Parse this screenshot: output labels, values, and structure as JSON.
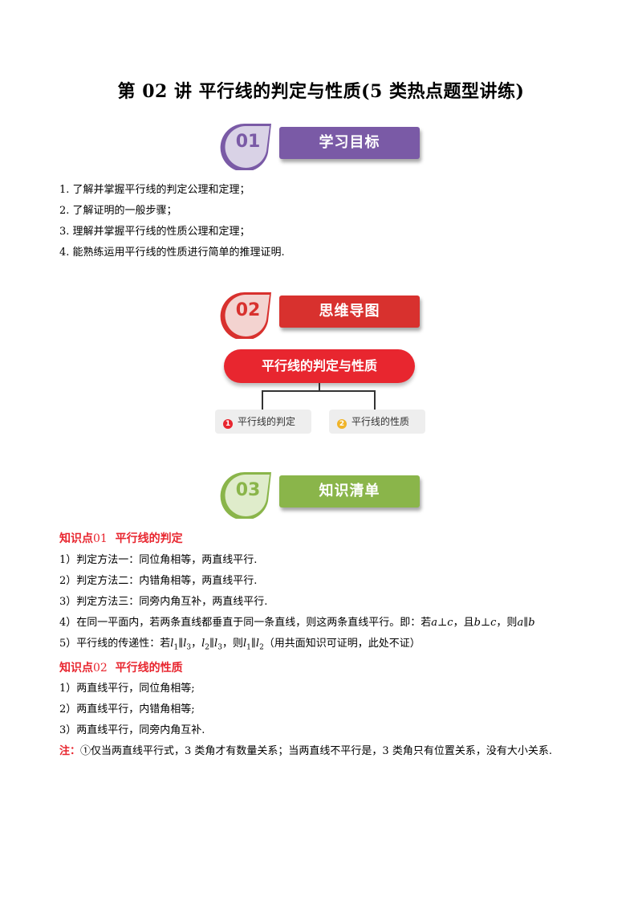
{
  "title": "第 02 讲  平行线的判定与性质(5 类热点题型讲练)",
  "sections": [
    {
      "num": "01",
      "label": "学习目标",
      "color": "#7a5aa6"
    },
    {
      "num": "02",
      "label": "思维导图",
      "color": "#d8312e"
    },
    {
      "num": "03",
      "label": "知识清单",
      "color": "#8ab54a"
    }
  ],
  "goals": [
    "1. 了解并掌握平行线的判定公理和定理；",
    "2. 了解证明的一般步骤；",
    "3. 理解并掌握平行线的性质公理和定理；",
    "4. 能熟练运用平行线的性质进行简单的推理证明."
  ],
  "mindmap": {
    "root": "平行线的判定与性质",
    "children": [
      {
        "marker": "1",
        "label": "平行线的判定",
        "color": "#e8262f"
      },
      {
        "marker": "2",
        "label": "平行线的性质",
        "color": "#f0b429"
      }
    ]
  },
  "kp1": {
    "prefix": "知识点",
    "num": "01",
    "name": "平行线的判定",
    "lines": [
      "1）判定方法一：同位角相等，两直线平行.",
      "2）判定方法二：内错角相等，两直线平行.",
      "3）判定方法三：同旁内角互补，两直线平行."
    ],
    "line4": {
      "text": "4）在同一平面内，若两条直线都垂直于同一条直线，则这两条直线平行。即：若",
      "a": "a",
      "perp1": "⊥",
      "c1": "c",
      "mid": "，且",
      "b": "b",
      "perp2": "⊥",
      "c2": "c",
      "then": "，则",
      "a2": "a",
      "par": "∥",
      "b2": "b"
    },
    "line5": {
      "text": "5）平行线的传递性：若",
      "l1": "l",
      "s1": "1",
      "par1": "∥",
      "l3": "l",
      "s3": "3",
      "comma": "，",
      "l2": "l",
      "s2": "2",
      "par2": "∥",
      "l3b": "l",
      "s3b": "3",
      "then": "，则",
      "l1b": "l",
      "s1b": "1",
      "par3": "∥",
      "l2b": "l",
      "s2b": "2",
      "tail": "（用共面知识可证明，此处不证）"
    }
  },
  "kp2": {
    "prefix": "知识点",
    "num": "02",
    "name": "平行线的性质",
    "lines": [
      "1）两直线平行，同位角相等;",
      "2）两直线平行，内错角相等;",
      "3）两直线平行，同旁内角互补."
    ]
  },
  "note": {
    "label": "注：",
    "text": "①仅当两直线平行式，3 类角才有数量关系；当两直线不平行是，3 类角只有位置关系，没有大小关系."
  }
}
